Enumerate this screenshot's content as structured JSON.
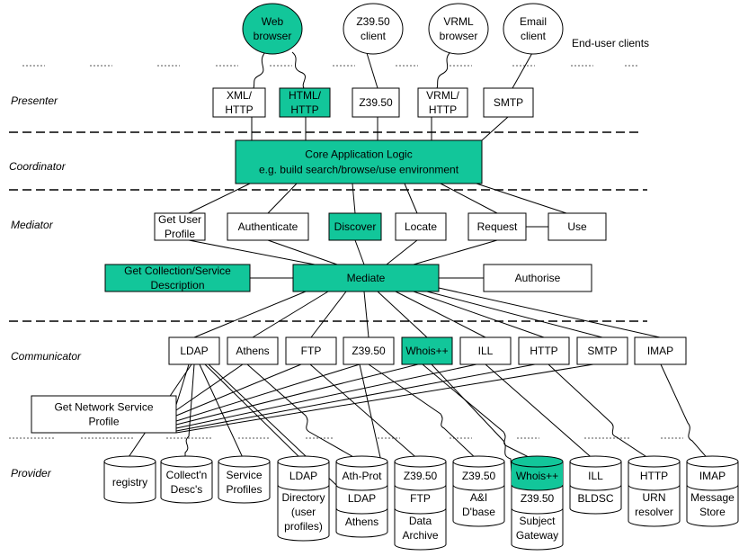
{
  "colors": {
    "highlight": "#12c69a",
    "plain": "#ffffff",
    "stroke": "#000000"
  },
  "layers": {
    "presenter": "Presenter",
    "coordinator": "Coordinator",
    "mediator": "Mediator",
    "communicator": "Communicator",
    "provider": "Provider"
  },
  "end_user_label": "End-user clients",
  "clients": [
    {
      "lines": [
        "Web",
        "browser"
      ],
      "highlight": true
    },
    {
      "lines": [
        "Z39.50",
        "client"
      ],
      "highlight": false
    },
    {
      "lines": [
        "VRML",
        "browser"
      ],
      "highlight": false
    },
    {
      "lines": [
        "Email",
        "client"
      ],
      "highlight": false
    }
  ],
  "presenter_boxes": [
    {
      "lines": [
        "XML/",
        "HTTP"
      ],
      "highlight": false
    },
    {
      "lines": [
        "HTML/",
        "HTTP"
      ],
      "highlight": true
    },
    {
      "lines": [
        "Z39.50"
      ],
      "highlight": false
    },
    {
      "lines": [
        "VRML/",
        "HTTP"
      ],
      "highlight": false
    },
    {
      "lines": [
        "SMTP"
      ],
      "highlight": false
    }
  ],
  "core": {
    "lines": [
      "Core Application Logic",
      "e.g. build search/browse/use environment"
    ],
    "highlight": true
  },
  "mediator_boxes": [
    {
      "lines": [
        "Get User",
        "Profile"
      ],
      "highlight": false
    },
    {
      "lines": [
        "Authenticate"
      ],
      "highlight": false
    },
    {
      "lines": [
        "Discover"
      ],
      "highlight": true
    },
    {
      "lines": [
        "Locate"
      ],
      "highlight": false
    },
    {
      "lines": [
        "Request"
      ],
      "highlight": false
    },
    {
      "lines": [
        "Use"
      ],
      "highlight": false
    }
  ],
  "get_collection": {
    "lines": [
      "Get Collection/Service",
      "Description"
    ],
    "highlight": true
  },
  "mediate": {
    "lines": [
      "Mediate"
    ],
    "highlight": true
  },
  "authorise": {
    "lines": [
      "Authorise"
    ],
    "highlight": false
  },
  "communicator_boxes": [
    {
      "lines": [
        "LDAP"
      ],
      "highlight": false
    },
    {
      "lines": [
        "Athens"
      ],
      "highlight": false
    },
    {
      "lines": [
        "FTP"
      ],
      "highlight": false
    },
    {
      "lines": [
        "Z39.50"
      ],
      "highlight": false
    },
    {
      "lines": [
        "Whois++"
      ],
      "highlight": true
    },
    {
      "lines": [
        "ILL"
      ],
      "highlight": false
    },
    {
      "lines": [
        "HTTP"
      ],
      "highlight": false
    },
    {
      "lines": [
        "SMTP"
      ],
      "highlight": false
    },
    {
      "lines": [
        "IMAP"
      ],
      "highlight": false
    }
  ],
  "network_profile": {
    "lines": [
      "Get Network Service",
      "Profile"
    ],
    "highlight": false
  },
  "providers": [
    {
      "sections": [
        {
          "lines": [
            "registry"
          ]
        }
      ]
    },
    {
      "sections": [
        {
          "lines": [
            "Collect'n",
            "Desc's"
          ]
        }
      ]
    },
    {
      "sections": [
        {
          "lines": [
            "Service",
            "Profiles"
          ]
        }
      ]
    },
    {
      "sections": [
        {
          "lines": [
            "LDAP"
          ]
        },
        {
          "lines": [
            "Directory",
            "(user",
            "profiles)"
          ]
        }
      ]
    },
    {
      "sections": [
        {
          "lines": [
            "Ath-Prot"
          ]
        },
        {
          "lines": [
            "LDAP"
          ]
        },
        {
          "lines": [
            "Athens"
          ]
        }
      ]
    },
    {
      "sections": [
        {
          "lines": [
            "Z39.50"
          ]
        },
        {
          "lines": [
            "FTP"
          ]
        },
        {
          "lines": [
            "Data",
            "Archive"
          ]
        }
      ]
    },
    {
      "sections": [
        {
          "lines": [
            "Z39.50"
          ]
        },
        {
          "lines": [
            "A&I",
            "D'base"
          ]
        }
      ]
    },
    {
      "sections": [
        {
          "lines": [
            "Whois++"
          ],
          "highlight": true
        },
        {
          "lines": [
            "Z39.50"
          ]
        },
        {
          "lines": [
            "Subject",
            "Gateway"
          ]
        }
      ]
    },
    {
      "sections": [
        {
          "lines": [
            "ILL"
          ]
        },
        {
          "lines": [
            "BLDSC"
          ]
        }
      ]
    },
    {
      "sections": [
        {
          "lines": [
            "HTTP"
          ]
        },
        {
          "lines": [
            "URN",
            "resolver"
          ]
        }
      ]
    },
    {
      "sections": [
        {
          "lines": [
            "IMAP"
          ]
        },
        {
          "lines": [
            "Message",
            "Store"
          ]
        }
      ]
    }
  ]
}
